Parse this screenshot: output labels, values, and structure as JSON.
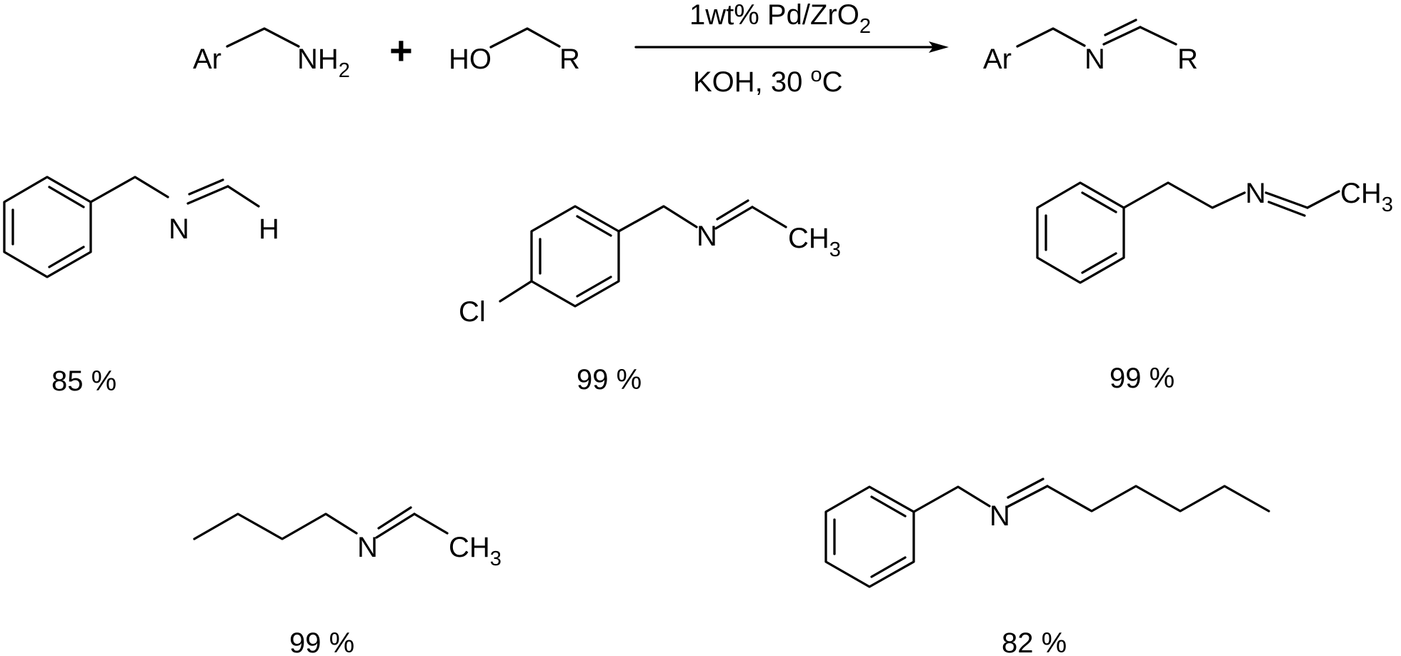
{
  "reaction": {
    "reactant_amine": {
      "ar": "Ar",
      "nh2_main": "NH",
      "nh2_sub": "2"
    },
    "plus": "+",
    "reactant_alcohol": {
      "ho": "HO",
      "r": "R"
    },
    "product": {
      "ar": "Ar",
      "n": "N",
      "r": "R"
    },
    "conditions": {
      "catalyst_main": "1wt% Pd/ZrO",
      "catalyst_sub": "2",
      "base_temp": "KOH, 30 ",
      "degree_sup": "o",
      "unit": "C"
    }
  },
  "examples": [
    {
      "name": "N-benzyl methanimine",
      "labels": {
        "n": "N",
        "h": "H"
      },
      "yield": "85 %"
    },
    {
      "name": "N-(4-chlorobenzyl) ethanimine",
      "labels": {
        "n": "N",
        "ch_main": "CH",
        "ch_sub": "3",
        "cl": "Cl"
      },
      "yield": "99 %"
    },
    {
      "name": "N-(2-phenylethyl) ethanimine",
      "labels": {
        "n": "N",
        "ch_main": "CH",
        "ch_sub": "3"
      },
      "yield": "99 %"
    },
    {
      "name": "N-butyl ethanimine",
      "labels": {
        "n": "N",
        "ch_main": "CH",
        "ch_sub": "3"
      },
      "yield": "99 %"
    },
    {
      "name": "N-benzyl hexanimine",
      "labels": {
        "n": "N"
      },
      "yield": "82 %"
    }
  ]
}
